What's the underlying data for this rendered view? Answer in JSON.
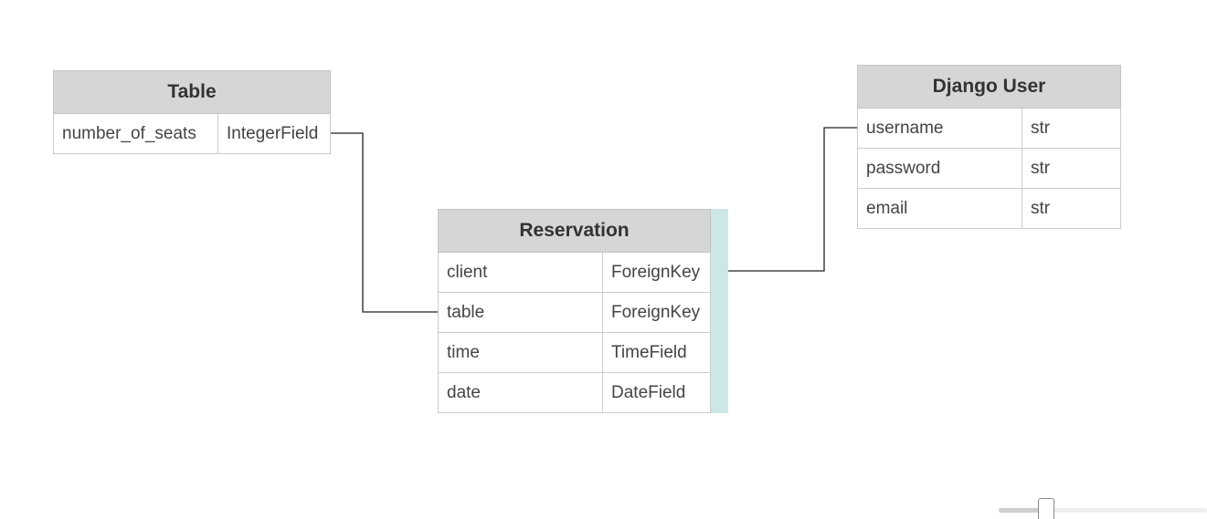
{
  "entities": {
    "table": {
      "title": "Table",
      "fields": [
        {
          "name": "number_of_seats",
          "type": "IntegerField"
        }
      ]
    },
    "reservation": {
      "title": "Reservation",
      "fields": [
        {
          "name": "client",
          "type": "ForeignKey"
        },
        {
          "name": "table",
          "type": "ForeignKey"
        },
        {
          "name": "time",
          "type": "TimeField"
        },
        {
          "name": "date",
          "type": "DateField"
        }
      ]
    },
    "django_user": {
      "title": "Django User",
      "fields": [
        {
          "name": "username",
          "type": "str"
        },
        {
          "name": "password",
          "type": "str"
        },
        {
          "name": "email",
          "type": "str"
        }
      ]
    }
  },
  "relations": [
    {
      "from": "reservation.table",
      "to": "table.number_of_seats"
    },
    {
      "from": "reservation.client",
      "to": "django_user.username"
    }
  ],
  "zoom_slider": {
    "value": 0.23
  },
  "colors": {
    "header_bg": "#d6d6d6",
    "border": "#cccccc",
    "selection_accent": "#cde6e8",
    "connector": "#222222"
  }
}
